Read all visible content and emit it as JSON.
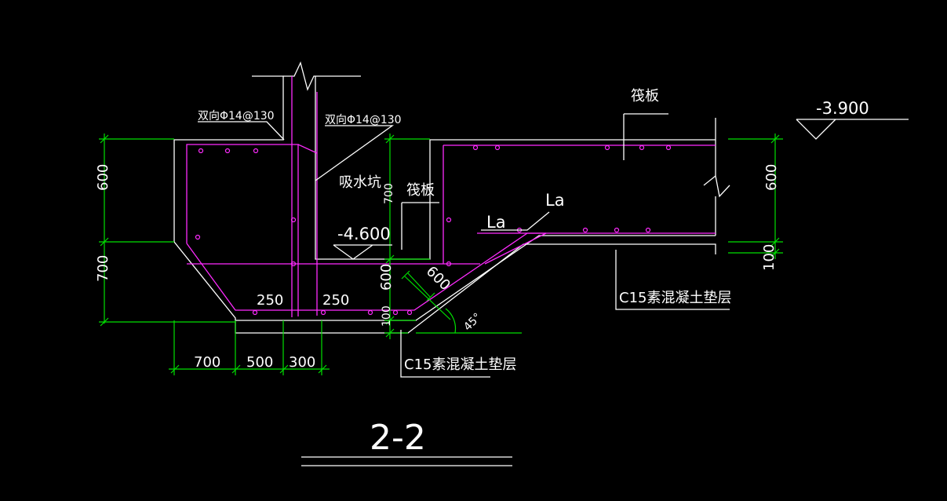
{
  "drawing": {
    "title": "2-2",
    "colors": {
      "background": "#000000",
      "outline": "#ffffff",
      "rebar": "#ff2bff",
      "dimension": "#00e000",
      "text": "#ffffff"
    }
  },
  "labels": {
    "rebar_left": "双向Φ14@130",
    "rebar_right": "双向Φ14@130",
    "pit": "吸水坑",
    "raft_top": "筏板",
    "raft_inner": "筏板",
    "elev_pit": "-4.600",
    "elev_top": "-3.900",
    "la_1": "La",
    "la_2": "La",
    "cushion_bottom": "C15素混凝土垫层",
    "cushion_right": "C15素混凝土垫层",
    "angle": "45°",
    "dim_slope": "600"
  },
  "dims": {
    "left_upper": "600",
    "left_lower": "700",
    "bottom_1": "700",
    "bottom_2": "500",
    "bottom_3": "300",
    "inner_250_a": "250",
    "inner_250_b": "250",
    "pit_700": "700",
    "pit_600": "600",
    "pit_100": "100",
    "right_600": "600",
    "right_100": "100"
  }
}
